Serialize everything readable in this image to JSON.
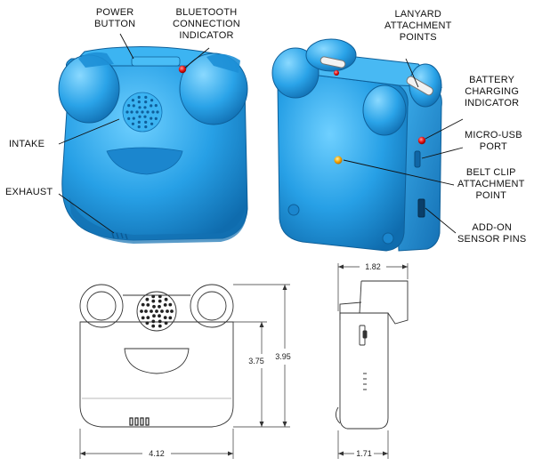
{
  "callouts": {
    "power_button": [
      "POWER",
      "BUTTON"
    ],
    "bluetooth_indicator": [
      "BLUETOOTH",
      "CONNECTION",
      "INDICATOR"
    ],
    "lanyard_points": [
      "LANYARD",
      "ATTACHMENT",
      "POINTS"
    ],
    "battery_indicator": [
      "BATTERY",
      "CHARGING",
      "INDICATOR"
    ],
    "micro_usb": [
      "MICRO-USB",
      "PORT"
    ],
    "belt_clip": [
      "BELT CLIP",
      "ATTACHMENT",
      "POINT"
    ],
    "addon_pins": [
      "ADD-ON",
      "SENSOR PINS"
    ],
    "intake": [
      "INTAKE"
    ],
    "exhaust": [
      "EXHAUST"
    ]
  },
  "dimensions": {
    "width_front": "4.12",
    "height_body": "3.75",
    "height_total": "3.95",
    "depth_top": "1.82",
    "depth_bottom": "1.71"
  },
  "colors": {
    "device_blue": "#2aa3e8",
    "device_shade": "#1478bf",
    "led_red": "#e01010",
    "belt_clip_orange": "#f5a300"
  }
}
